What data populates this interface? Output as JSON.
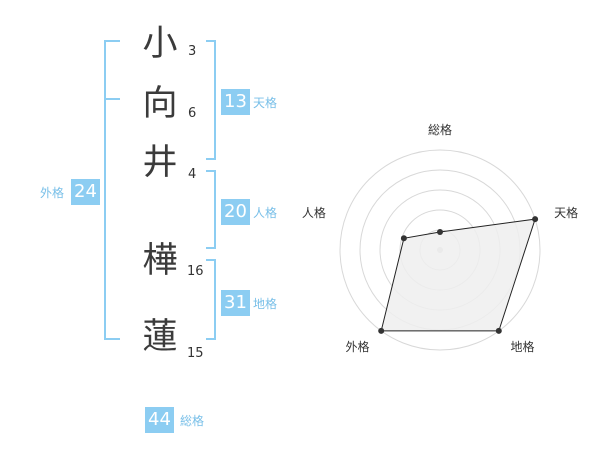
{
  "name": {
    "characters": [
      {
        "char": "小",
        "strokes": "3"
      },
      {
        "char": "向",
        "strokes": "6"
      },
      {
        "char": "井",
        "strokes": "4"
      },
      {
        "char": "樺",
        "strokes": "16"
      },
      {
        "char": "蓮",
        "strokes": "15"
      }
    ]
  },
  "fortunes": {
    "tenkaku": {
      "value": "13",
      "label": "天格"
    },
    "jinkaku": {
      "value": "20",
      "label": "人格"
    },
    "chikaku": {
      "value": "31",
      "label": "地格"
    },
    "gaikaku": {
      "value": "24",
      "label": "外格"
    },
    "soukaku": {
      "value": "44",
      "label": "総格"
    }
  },
  "chart_data": {
    "type": "radar",
    "axes": [
      "総格",
      "天格",
      "地格",
      "外格",
      "人格"
    ],
    "rings": 5,
    "values": [
      0.18,
      1.0,
      1.0,
      1.0,
      0.38
    ],
    "fill": "#efefef",
    "stroke": "#222222",
    "grid_color": "#d8d8d8"
  },
  "colors": {
    "accent": "#8ccdf2",
    "text": "#333333"
  }
}
